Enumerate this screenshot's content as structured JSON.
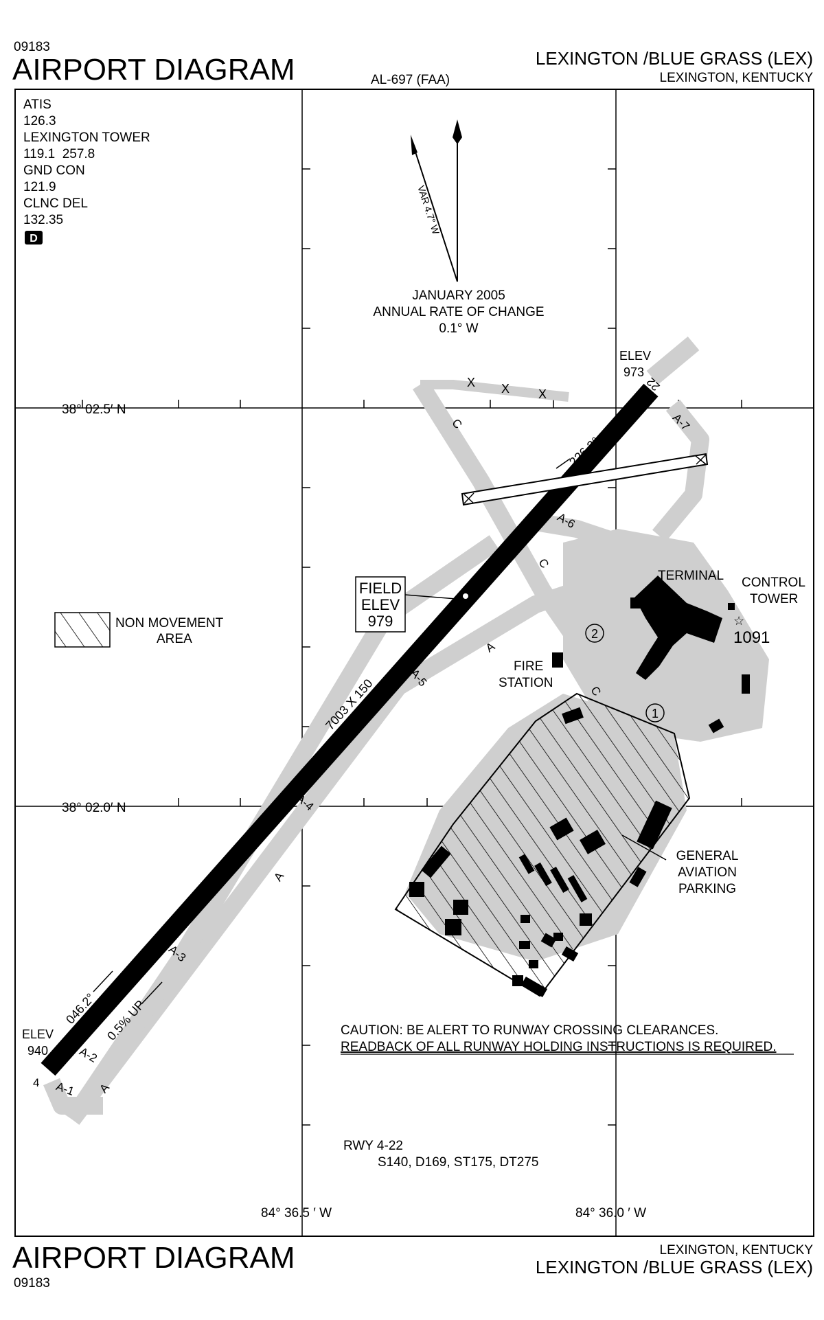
{
  "header": {
    "chart_number": "09183",
    "title": "AIRPORT DIAGRAM",
    "procedure_id": "AL-697 (FAA)",
    "airport_name": "LEXINGTON /BLUE GRASS (LEX)",
    "location": "LEXINGTON, KENTUCKY"
  },
  "footer": {
    "title": "AIRPORT DIAGRAM",
    "chart_number": "09183",
    "location": "LEXINGTON, KENTUCKY",
    "airport_name": "LEXINGTON /BLUE GRASS (LEX)"
  },
  "frequencies": [
    {
      "label": "ATIS",
      "value": "126.3"
    },
    {
      "label": "LEXINGTON TOWER",
      "value": "119.1  257.8"
    },
    {
      "label": "GND CON",
      "value": "121.9"
    },
    {
      "label": "CLNC DEL",
      "value": "132.35"
    }
  ],
  "airspace_class": "D",
  "magnetic": {
    "variation": "VAR 4.7° W",
    "date_line1": "JANUARY 2005",
    "date_line2": "ANNUAL RATE OF CHANGE",
    "date_line3": "0.1° W"
  },
  "coordinates": {
    "lat_north": "38° 02.5′ N",
    "lat_south": "38° 02.0′ N",
    "lon_west": "84° 36.5 ′ W",
    "lon_east": "84° 36.0 ′ W"
  },
  "runway": {
    "designation_end_sw": "4",
    "designation_end_ne": "22",
    "dimensions": "7003 X 150",
    "heading_sw": "046.2°",
    "heading_ne": "226.2°",
    "gradient": "0.5% UP",
    "elev_label": "ELEV",
    "elev_sw": "940",
    "elev_ne": "973",
    "field_elev_line1": "FIELD",
    "field_elev_line2": "ELEV",
    "field_elev_value": "979"
  },
  "taxiways": [
    "A",
    "A-1",
    "A-2",
    "A-3",
    "A-4",
    "A-5",
    "A-6",
    "A-7",
    "C"
  ],
  "labels": {
    "non_movement_line1": "NON MOVEMENT",
    "non_movement_line2": "AREA",
    "terminal": "TERMINAL",
    "control_tower_line1": "CONTROL",
    "control_tower_line2": "TOWER",
    "tower_elev": "1091",
    "fire_line1": "FIRE",
    "fire_line2": "STATION",
    "ga_line1": "GENERAL",
    "ga_line2": "AVIATION",
    "ga_line3": "PARKING",
    "hot_spot_1": "1",
    "hot_spot_2": "2",
    "closed_marker": "X"
  },
  "caution": {
    "line1": "CAUTION: BE ALERT TO RUNWAY CROSSING CLEARANCES.",
    "line2": "READBACK OF ALL RUNWAY HOLDING INSTRUCTIONS IS REQUIRED."
  },
  "runway_strength": {
    "runway": "RWY 4-22",
    "values": "S140, D169, ST175, DT275"
  }
}
